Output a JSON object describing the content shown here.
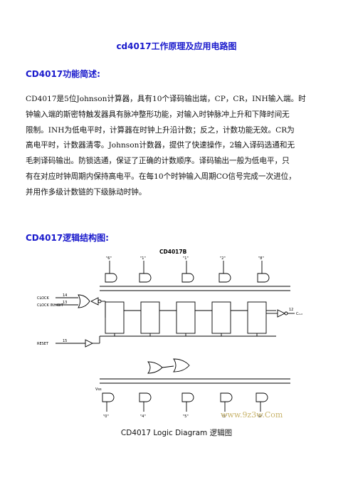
{
  "doc": {
    "title": "cd4017工作原理及应用电路图",
    "section1_heading": "CD4017功能简述:",
    "section1_lines": [
      "CD4017是5位Johnson计算器，具有10个译码输出端，CP，CR，INH输入端。时",
      "钟输入端的斯密特触发器具有脉冲整形功能，对输入时钟脉冲上升和下降时间无",
      "限制。INH为低电平时，计算器在时钟上升沿计数；反之，计数功能无效。CR为",
      "高电平时，计数器清零。Johnson计数器，提供了快速操作，2输入译码选通和无",
      "毛刺译码输出。防锁选通，保证了正确的计数顺序。译码输出一般为低电平，只",
      "有在对应时钟周期内保持高电平。在每10个时钟输入周期CO信号完成一次进位，",
      "并用作多级计数链的下级脉动时钟。"
    ],
    "section2_heading": "CD4017逻辑结构图:",
    "caption": "CD4017 Logic Diagram  逻辑图"
  },
  "diagram": {
    "chip_label": "CD4017B",
    "top_outputs": [
      "\"6\"",
      "\"1\"",
      "\"1\"",
      "\"2\"",
      "\"8\""
    ],
    "bottom_outputs": [
      "\"0\"",
      "\"4\"",
      "\"5\"",
      "\"3\"",
      "\"9\""
    ],
    "input_clock": "CLOCK",
    "input_clock_inhibit": "CLOCK INHIBIT",
    "input_reset": "RESET",
    "pin_clock": "14",
    "pin_inhibit": "13",
    "pin_reset": "15",
    "pin_cout": "12",
    "cout_label": "Cₒᵤₜ",
    "vss_label": "Vss",
    "watermark": "www.9z3w.Com"
  }
}
